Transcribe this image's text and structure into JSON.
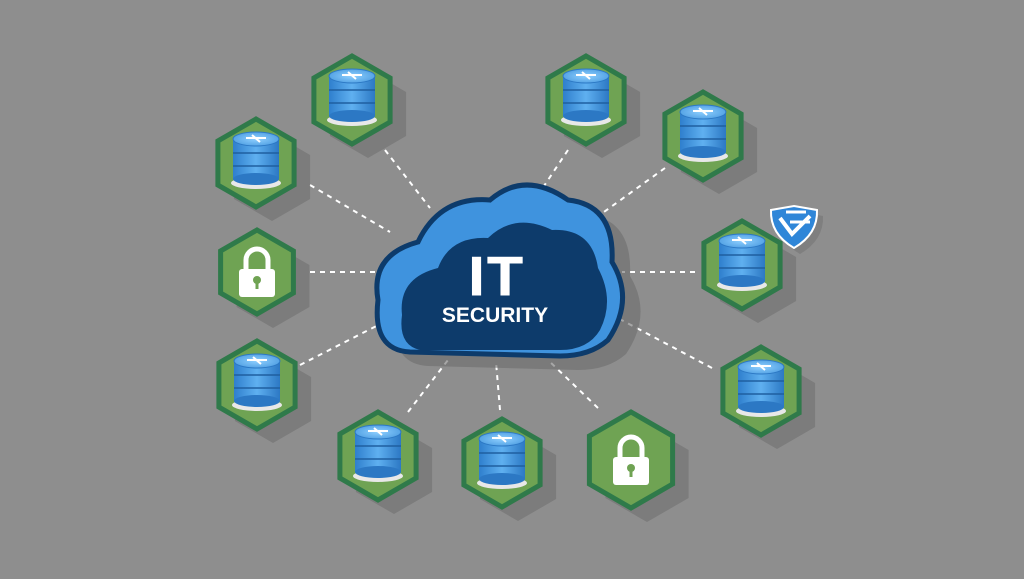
{
  "diagram": {
    "center": {
      "title": "IT",
      "subtitle": "SECURITY"
    },
    "nodes": [
      {
        "id": "n1",
        "icon": "database-icon"
      },
      {
        "id": "n2",
        "icon": "database-icon"
      },
      {
        "id": "n3",
        "icon": "database-icon"
      },
      {
        "id": "n4",
        "icon": "database-icon"
      },
      {
        "id": "n5",
        "icon": "padlock-icon"
      },
      {
        "id": "n6",
        "icon": "database-icon"
      },
      {
        "id": "n7",
        "icon": "database-icon"
      },
      {
        "id": "n8",
        "icon": "database-icon"
      },
      {
        "id": "n9",
        "icon": "database-icon"
      },
      {
        "id": "n10",
        "icon": "padlock-icon"
      },
      {
        "id": "n11",
        "icon": "database-icon"
      }
    ],
    "badge": {
      "icon": "shield-icon"
    },
    "colors": {
      "background": "#8e8e8e",
      "hexagon_fill": "#6fa353",
      "hexagon_border": "#2f7a4a",
      "database_blue": "#4a9be0",
      "cloud_light": "#3f93de",
      "cloud_dark": "#0d3b6b",
      "connector": "#ffffff"
    }
  }
}
